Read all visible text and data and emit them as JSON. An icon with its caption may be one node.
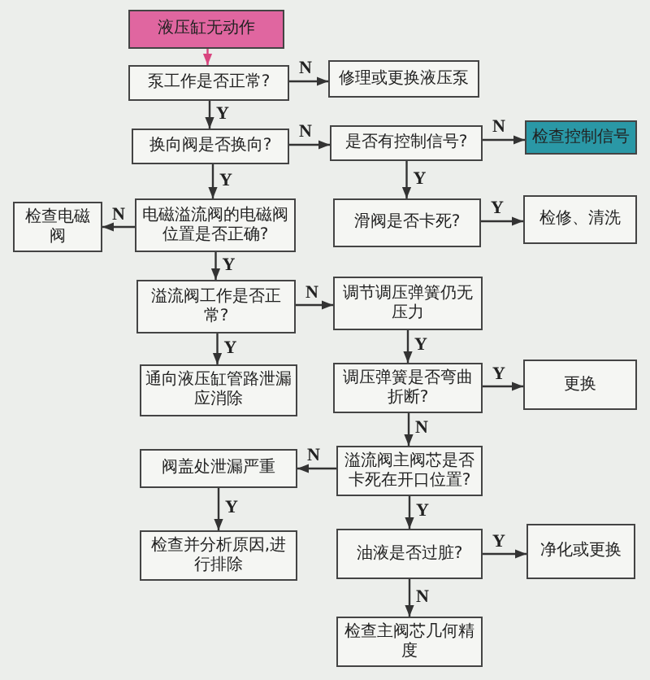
{
  "diagram": {
    "nodes": [
      {
        "text": [
          "液压缸无动作"
        ]
      },
      {
        "text": [
          "泵工作是否正常?"
        ]
      },
      {
        "text": [
          "修理或更换液压泵"
        ]
      },
      {
        "text": [
          "换向阀是否换向?"
        ]
      },
      {
        "text": [
          "是否有控制信号?"
        ]
      },
      {
        "text": [
          "检查控制信号"
        ]
      },
      {
        "text": [
          "检查电磁阀"
        ]
      },
      {
        "text": [
          "电磁溢流阀的电磁阀位置是否正确?"
        ]
      },
      {
        "text": [
          "滑阀是否卡死?"
        ]
      },
      {
        "text": [
          "检修、清洗"
        ]
      },
      {
        "text": [
          "溢流阀工作是否正常?"
        ]
      },
      {
        "text": [
          "调节调压弹簧仍无压力"
        ]
      },
      {
        "text": [
          "通向液压缸管路泄漏应消除"
        ]
      },
      {
        "text": [
          "调压弹簧是否弯曲折断?"
        ]
      },
      {
        "text": [
          "更换"
        ]
      },
      {
        "text": [
          "阀盖处泄漏严重"
        ]
      },
      {
        "text": [
          "溢流阀主阀芯是否卡死在开口位置?"
        ]
      },
      {
        "text": [
          "检查并分析原因,进行排除"
        ]
      },
      {
        "text": [
          "油液是否过脏?"
        ]
      },
      {
        "text": [
          "净化或更换"
        ]
      },
      {
        "text": [
          "检查主阀芯几何精度"
        ]
      }
    ],
    "edges": [
      {
        "from": 0,
        "to": 1,
        "arrow": "to",
        "color": "#d8457f"
      },
      {
        "from": 1,
        "to": 2,
        "arrow": "to",
        "label": "N"
      },
      {
        "from": 1,
        "to": 3,
        "arrow": "to",
        "label": "Y"
      },
      {
        "from": 3,
        "to": 4,
        "arrow": "to",
        "label": "N"
      },
      {
        "from": 4,
        "to": 5,
        "arrow": "to",
        "label": "N"
      },
      {
        "from": 3,
        "to": 7,
        "arrow": "to",
        "label": "Y"
      },
      {
        "from": 4,
        "to": 8,
        "arrow": "to",
        "label": "Y"
      },
      {
        "from": 8,
        "to": 9,
        "arrow": "to",
        "label": "Y"
      },
      {
        "from": 7,
        "to": 6,
        "arrow": "to",
        "label": "N"
      },
      {
        "from": 7,
        "to": 10,
        "arrow": "to",
        "label": "Y"
      },
      {
        "from": 10,
        "to": 11,
        "arrow": "to",
        "label": "N"
      },
      {
        "from": 10,
        "to": 12,
        "arrow": "to",
        "label": "Y"
      },
      {
        "from": 11,
        "to": 13,
        "arrow": "to",
        "label": "Y"
      },
      {
        "from": 13,
        "to": 14,
        "arrow": "to",
        "label": "Y"
      },
      {
        "from": 13,
        "to": 16,
        "arrow": "to",
        "label": "N"
      },
      {
        "from": 16,
        "to": 15,
        "arrow": "to",
        "label": "N"
      },
      {
        "from": 16,
        "to": 18,
        "arrow": "to",
        "label": "Y"
      },
      {
        "from": 15,
        "to": 17,
        "arrow": "to",
        "label": "Y"
      },
      {
        "from": 18,
        "to": 19,
        "arrow": "to",
        "label": "Y"
      },
      {
        "from": 18,
        "to": 20,
        "arrow": "to",
        "label": "N"
      }
    ]
  }
}
